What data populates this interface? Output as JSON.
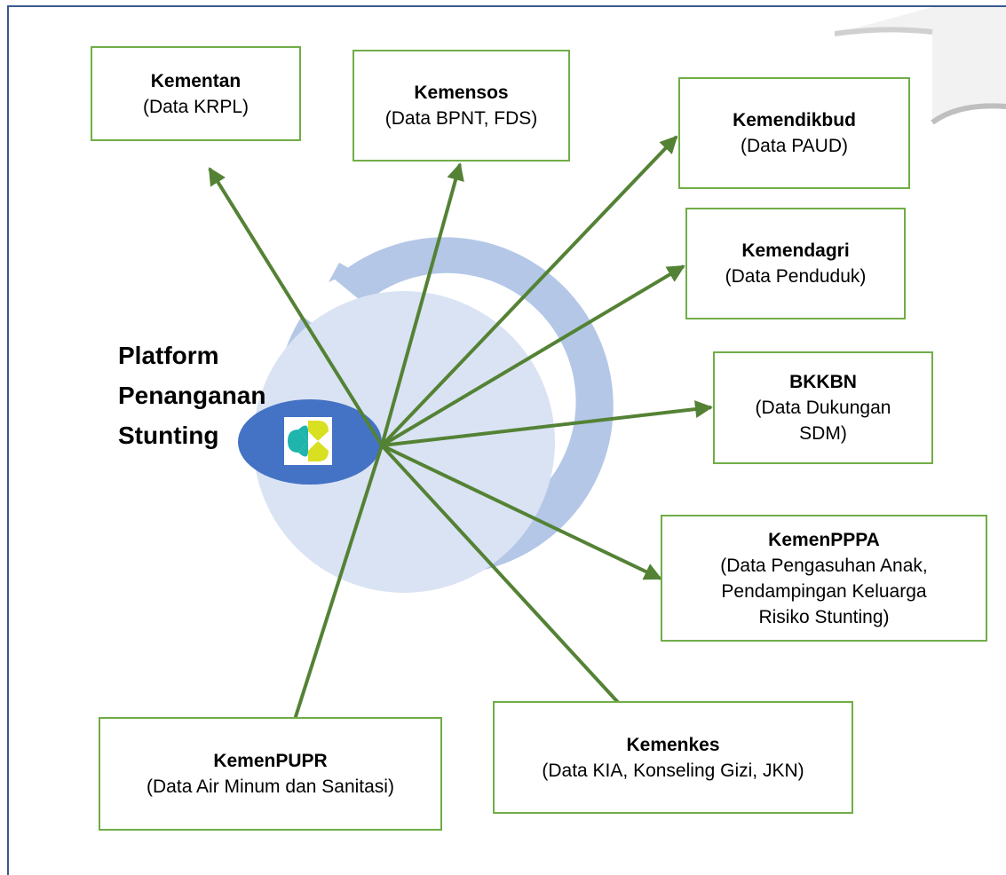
{
  "platform": {
    "title_lines": [
      "Platform",
      "Penanganan",
      "Stunting"
    ],
    "logo_icon": "kemenkes-logo-icon"
  },
  "ministries": [
    {
      "name": "Kementan",
      "data_lines": [
        "(Data KRPL)"
      ]
    },
    {
      "name": "Kemensos",
      "data_lines": [
        "(Data BPNT, FDS)"
      ]
    },
    {
      "name": "Kemendikbud",
      "data_lines": [
        "(Data PAUD)"
      ]
    },
    {
      "name": "Kemendagri",
      "data_lines": [
        "(Data Penduduk)"
      ]
    },
    {
      "name": "BKKBN",
      "data_lines": [
        "(Data Dukungan",
        "SDM)"
      ]
    },
    {
      "name": "KemenPPPA",
      "data_lines": [
        "(Data Pengasuhan Anak,",
        "Pendampingan Keluarga",
        "Risiko Stunting)"
      ]
    },
    {
      "name": "Kemenkes",
      "data_lines": [
        "(Data KIA, Konseling Gizi, JKN)"
      ]
    },
    {
      "name": "KemenPUPR",
      "data_lines": [
        "(Data Air Minum dan Sanitasi)"
      ]
    }
  ],
  "colors": {
    "arrow": "#548235",
    "box_border": "#70ad47",
    "ring": "#b4c7e7",
    "inner_circle": "#dae3f3",
    "ellipse": "#4472c4",
    "logo_teal": "#1fb5ad",
    "logo_yellow": "#d9e021"
  }
}
